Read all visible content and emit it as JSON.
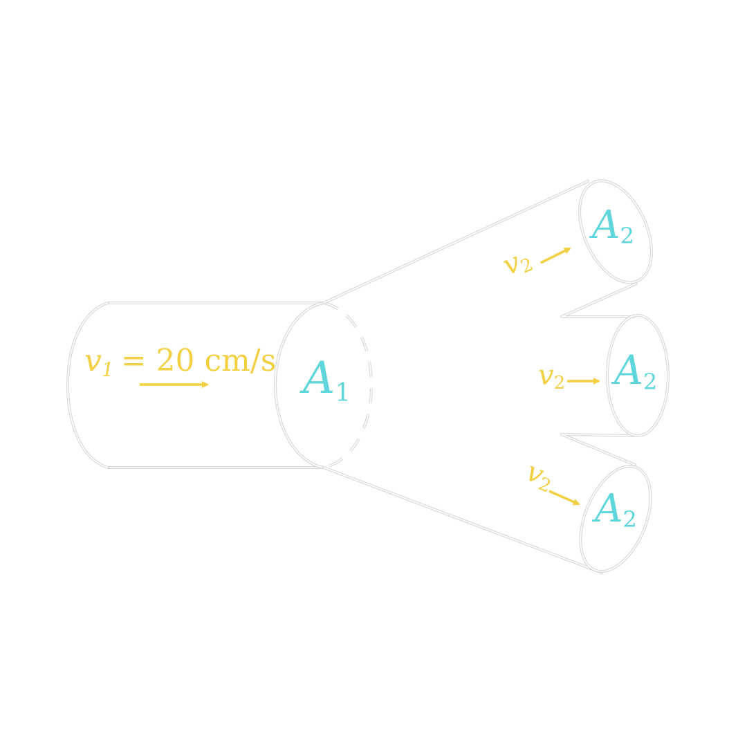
{
  "colors": {
    "pipe_outline": "#d9d9d9",
    "velocity": "#f2d043",
    "area": "#5fd6dc"
  },
  "inlet": {
    "velocity_symbol": "v",
    "velocity_subscript": "1",
    "velocity_value": "= 20 cm/s",
    "area_symbol": "A",
    "area_subscript": "1"
  },
  "outlets": [
    {
      "velocity_symbol": "v",
      "velocity_subscript": "2",
      "area_symbol": "A",
      "area_subscript": "2"
    },
    {
      "velocity_symbol": "v",
      "velocity_subscript": "2",
      "area_symbol": "A",
      "area_subscript": "2"
    },
    {
      "velocity_symbol": "v",
      "velocity_subscript": "2",
      "area_symbol": "A",
      "area_subscript": "2"
    }
  ]
}
